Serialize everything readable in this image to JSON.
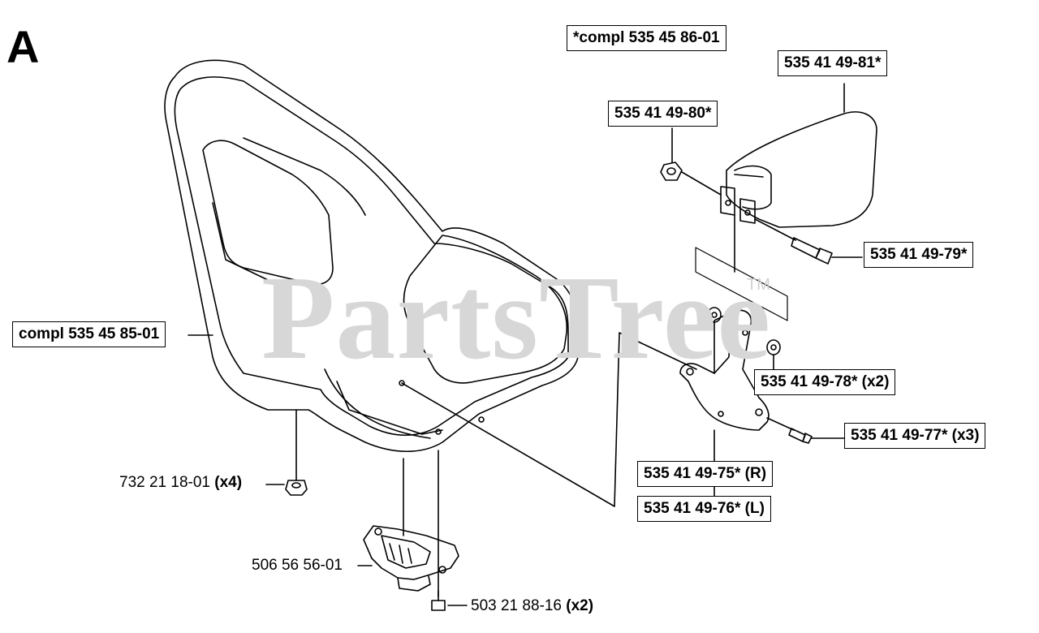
{
  "section_letter": "A",
  "watermark": {
    "text": "PartsTree",
    "trademark": "TM"
  },
  "labels": {
    "assembly_complete": "*compl 535 45 86-01",
    "armrest_pad": "535 41 49-81*",
    "nut_top": "535 41 49-80*",
    "bolt_armrest": "535 41 49-79*",
    "seat_complete": "compl 535 45 85-01",
    "washer": "535 41 49-78* (x2)",
    "screw_bracket": "535 41 49-77* (x3)",
    "bracket_right": "535 41 49-75* (R)",
    "bracket_left": "535 41 49-76* (L)"
  },
  "plain_labels": {
    "seat_nut": {
      "part": "732 21 18-01 ",
      "qty": "(x4)"
    },
    "seat_switch": {
      "part": "506 56 56-01"
    },
    "switch_screw": {
      "part": "503 21 88-16 ",
      "qty": "(x2)"
    }
  }
}
